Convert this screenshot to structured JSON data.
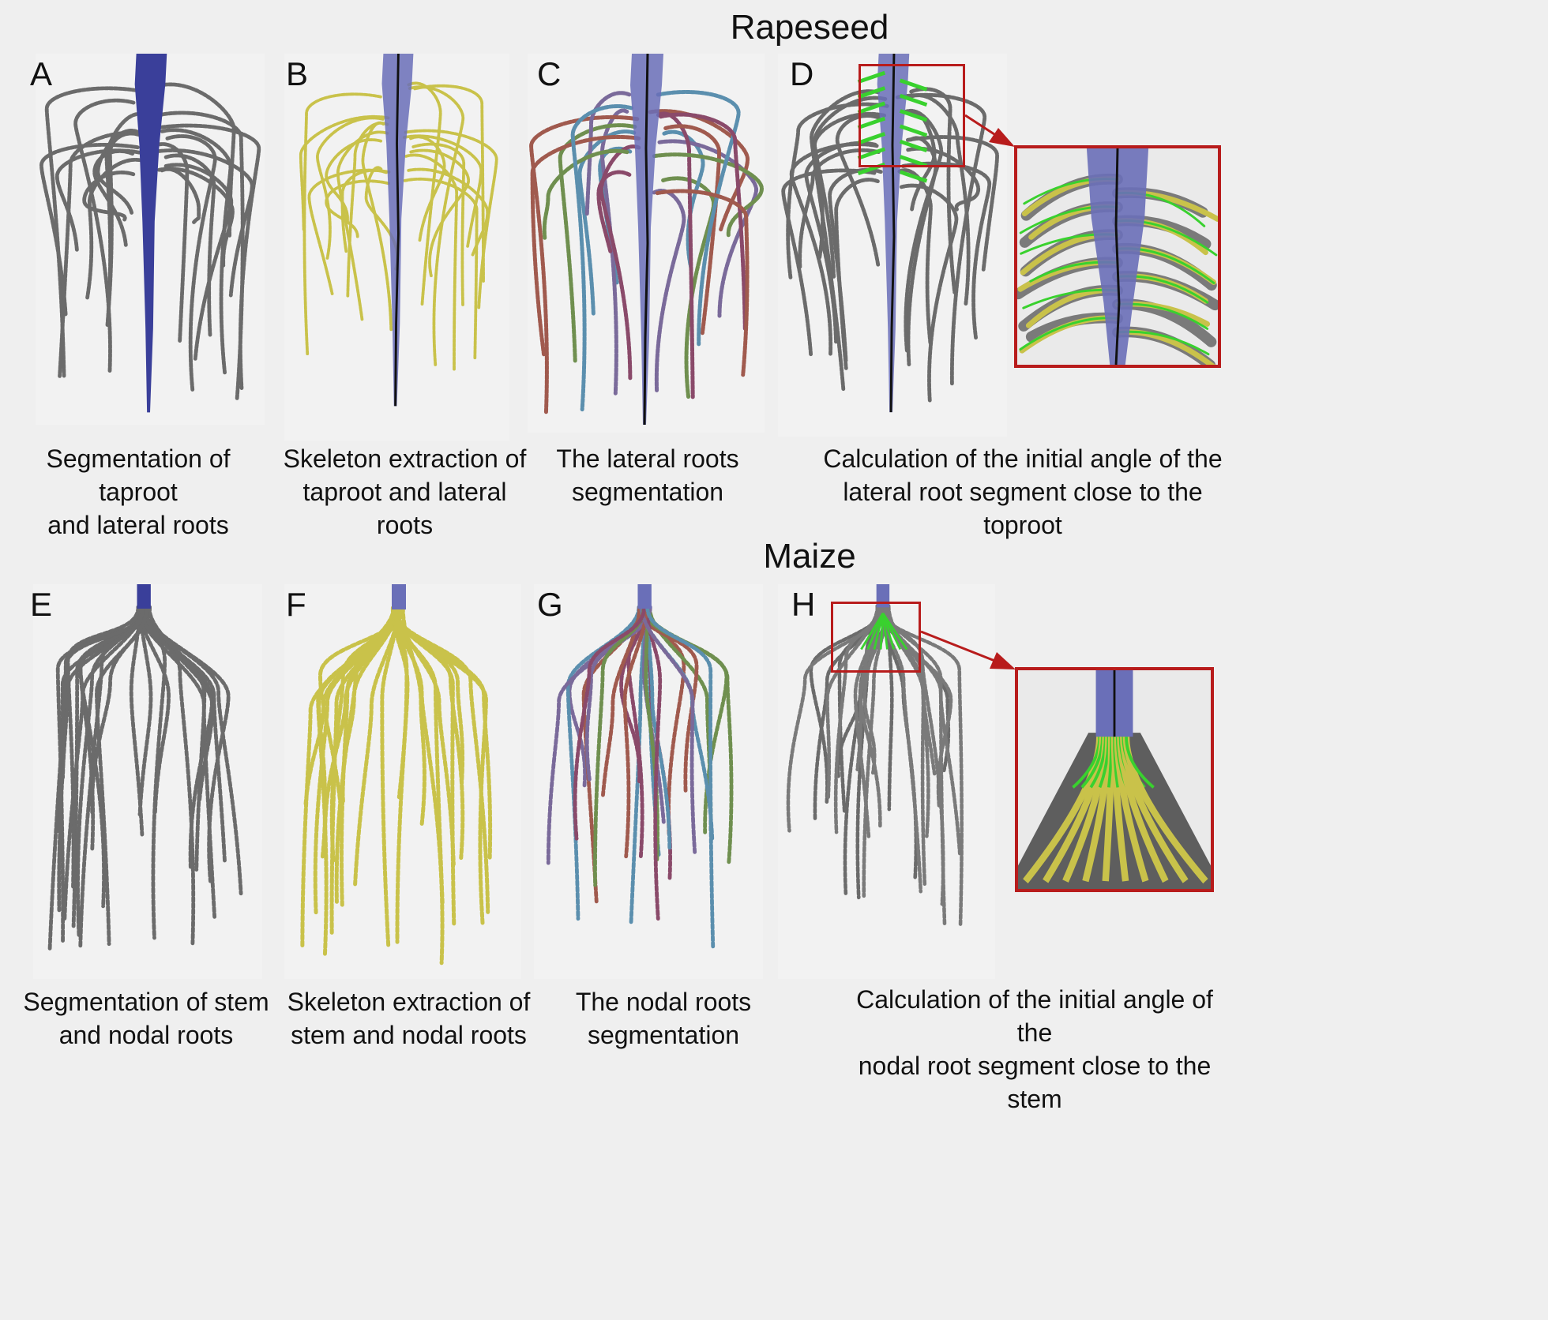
{
  "rapeseed": {
    "title": "Rapeseed",
    "panels": [
      {
        "letter": "A",
        "caption_lines": [
          "Segmentation of taproot",
          "and lateral  roots"
        ],
        "style": "gray"
      },
      {
        "letter": "B",
        "caption_lines": [
          "Skeleton extraction of",
          "taproot and lateral  roots"
        ],
        "style": "yellow"
      },
      {
        "letter": "C",
        "caption_lines": [
          "The lateral roots",
          "segmentation"
        ],
        "style": "multi"
      },
      {
        "letter": "D",
        "caption_lines": [
          "Calculation of  the initial angle of the",
          "lateral root segment close to the toproot"
        ],
        "style": "angle"
      }
    ]
  },
  "maize": {
    "title": "Maize",
    "panels": [
      {
        "letter": "E",
        "caption_lines": [
          "Segmentation of stem",
          "and nodal roots"
        ],
        "style": "gray"
      },
      {
        "letter": "F",
        "caption_lines": [
          "Skeleton extraction of",
          "stem and nodal roots"
        ],
        "style": "yellow"
      },
      {
        "letter": "G",
        "caption_lines": [
          "The nodal roots",
          "segmentation"
        ],
        "style": "multi"
      },
      {
        "letter": "H",
        "caption_lines": [
          "Calculation of the initial angle of the",
          "nodal root segment close to the stem"
        ],
        "style": "angle"
      }
    ]
  },
  "colors": {
    "taproot": "#3a3f9a",
    "taproot_light": "#6a6fb8",
    "root_gray": "#6b6b6b",
    "root_yellow": "#c9c24a",
    "highlight_green": "#39d12e",
    "frame_red": "#b81c1c",
    "multi": [
      "#5b8fae",
      "#a05a4e",
      "#7a6a9a",
      "#6f8f4f",
      "#8a4a6a"
    ]
  }
}
